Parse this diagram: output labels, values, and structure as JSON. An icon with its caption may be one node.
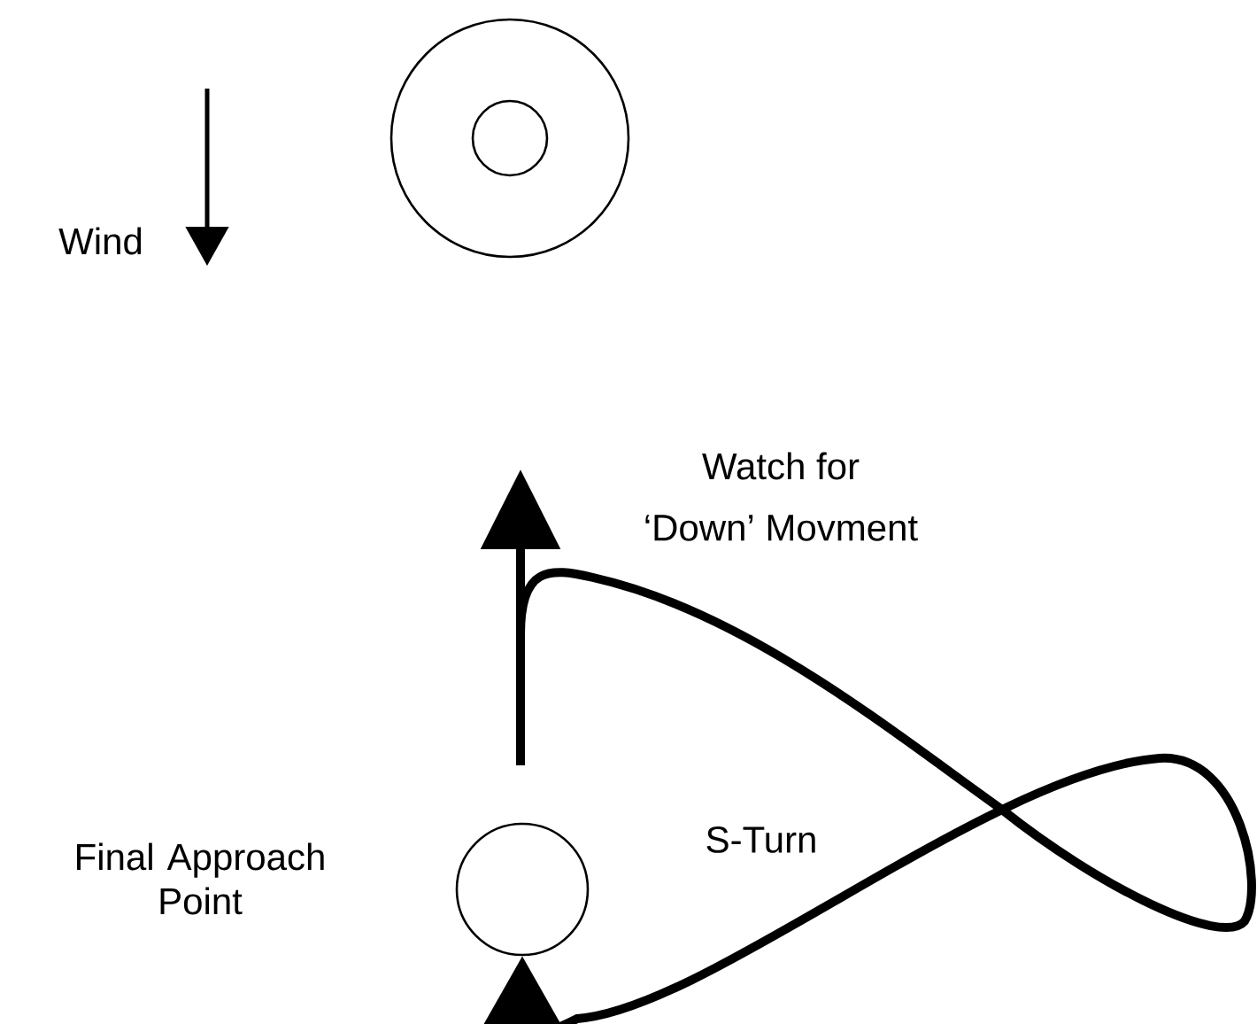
{
  "diagram": {
    "nodes": [
      {
        "text": [],
        "shape": "circle"
      },
      {
        "text": [],
        "shape": "circle",
        "beside": [
          "Final Approach Point"
        ]
      }
    ],
    "edges": [
      {
        "from": null,
        "to": 1,
        "arrow": "to",
        "label": "S-Turn"
      }
    ],
    "labels": [
      "Wind",
      "Watch for",
      "‘Down’ Movment"
    ]
  }
}
